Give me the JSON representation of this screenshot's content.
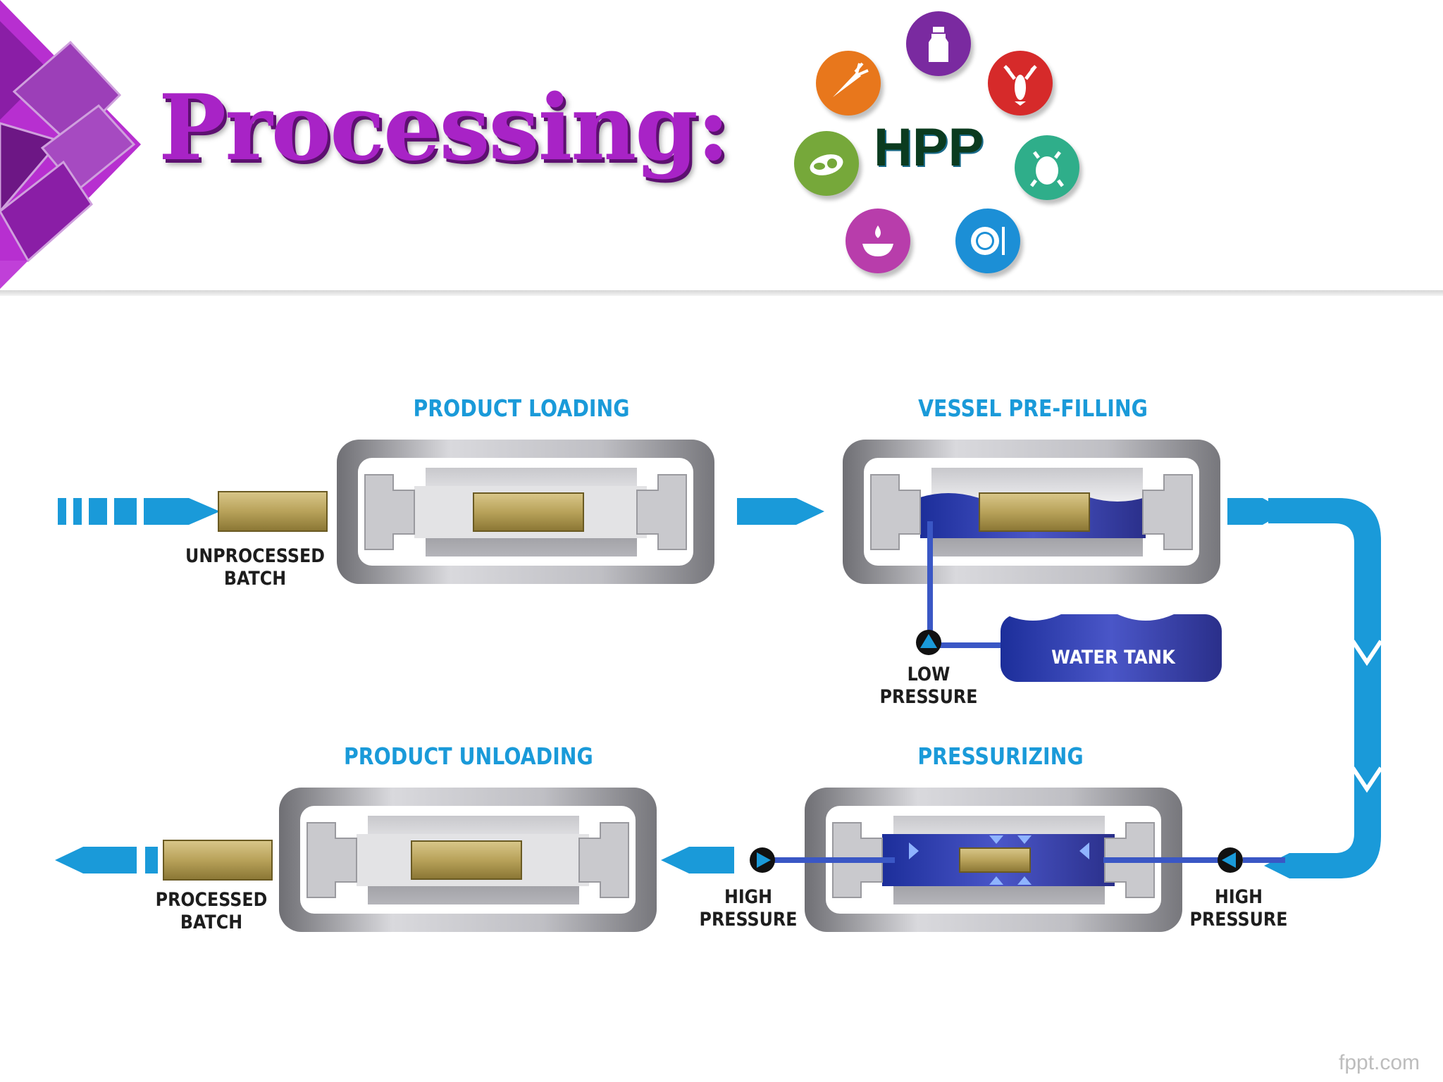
{
  "slide": {
    "title": "Processing:",
    "hpp_label": "HPP",
    "watermark": "fppt.com"
  },
  "icons": [
    {
      "name": "carrot-icon",
      "color": "#e8771c"
    },
    {
      "name": "milk-bottle-icon",
      "color": "#7a2aa0"
    },
    {
      "name": "lobster-icon",
      "color": "#d62a2a"
    },
    {
      "name": "avocado-icon",
      "color": "#76a83a"
    },
    {
      "name": "chicken-icon",
      "color": "#2fae8a"
    },
    {
      "name": "sauce-bowl-icon",
      "color": "#b83dab"
    },
    {
      "name": "plate-fork-icon",
      "color": "#1c8fd6"
    }
  ],
  "diagram": {
    "stages": {
      "loading": "PRODUCT LOADING",
      "prefilling": "VESSEL PRE-FILLING",
      "unloading": "PRODUCT UNLOADING",
      "pressurizing": "PRESSURIZING"
    },
    "labels": {
      "unprocessed_line1": "UNPROCESSED",
      "unprocessed_line2": "BATCH",
      "processed_line1": "PROCESSED",
      "processed_line2": "BATCH",
      "low_line1": "LOW",
      "low_line2": "PRESSURE",
      "high_left_line1": "HIGH",
      "high_left_line2": "PRESSURE",
      "high_right_line1": "HIGH",
      "high_right_line2": "PRESSURE",
      "water_tank": "WATER TANK"
    },
    "colors": {
      "flow_arrow": "#1a9ad9",
      "water": "#2a3fb0",
      "vessel_metal": "#9a9aa0",
      "batch": "#c9b86a"
    }
  }
}
